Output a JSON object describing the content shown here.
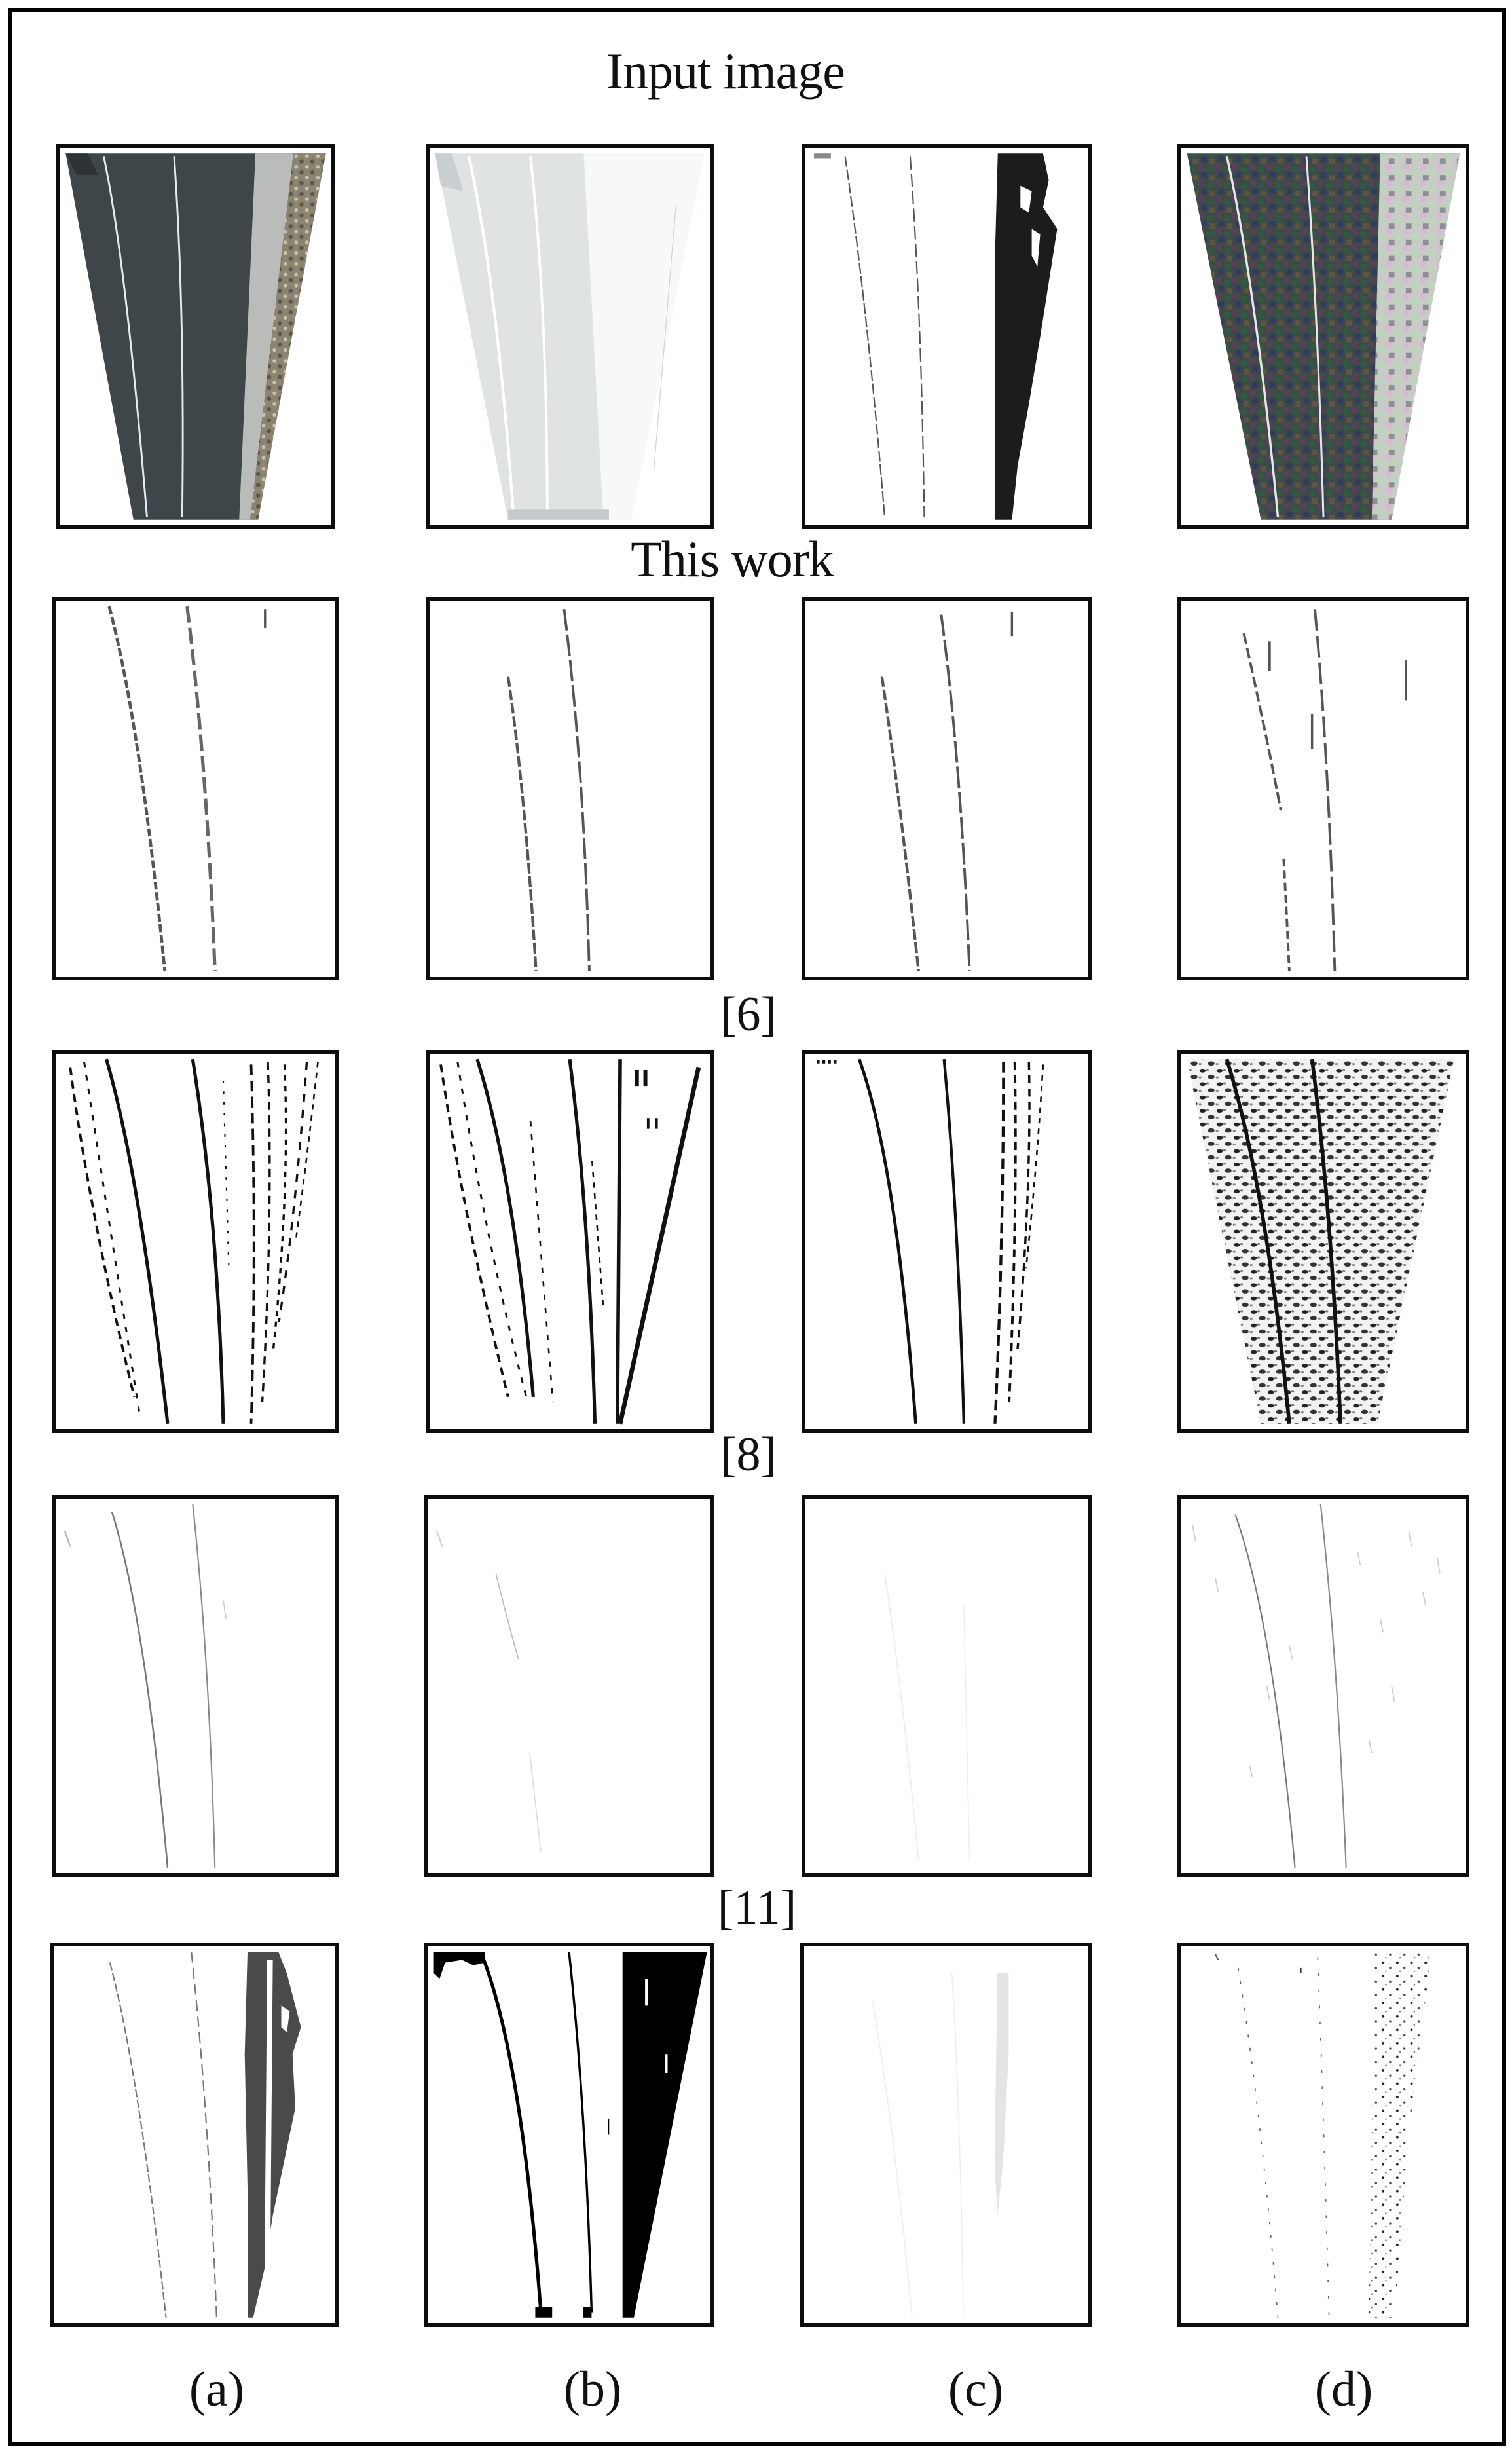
{
  "figure": {
    "row_titles": {
      "input": "Input image",
      "this_work": "This work",
      "ref6": "[6]",
      "ref8": "[8]",
      "ref11": "[11]"
    },
    "column_labels": [
      "(a)",
      "(b)",
      "(c)",
      "(d)"
    ],
    "rows": [
      {
        "id": "input",
        "title": "Input image",
        "panels": [
          "road image, normal lighting",
          "road image, overexposed / bright",
          "road image, binarized with dark shadow",
          "road image with color noise"
        ]
      },
      {
        "id": "this_work",
        "title": "This work",
        "panels": [
          "lane edges detected",
          "lane edges detected",
          "lane edges detected",
          "lane edges detected (noisy)"
        ]
      },
      {
        "id": "ref6",
        "title": "[6]",
        "panels": [
          "dense edge clutter",
          "edge clutter with false diagonal",
          "lane edges with shoulder clutter",
          "heavy texture noise"
        ]
      },
      {
        "id": "ref8",
        "title": "[8]",
        "panels": [
          "faint lane edges",
          "very faint edges",
          "almost empty",
          "faint edges with speckle"
        ]
      },
      {
        "id": "ref11",
        "title": "[11]",
        "panels": [
          "lanes with dark shadow blob",
          "lanes with solid black wedge",
          "very faint output",
          "lanes with speckle noise"
        ]
      }
    ]
  },
  "colors": {
    "border": "#000000",
    "road_dark": "#3f4649",
    "road_bright": "#dfe3e4",
    "shoulder": "#b9bcb8",
    "gravel": "#8a8470",
    "shadow": "#1c1c1c"
  }
}
